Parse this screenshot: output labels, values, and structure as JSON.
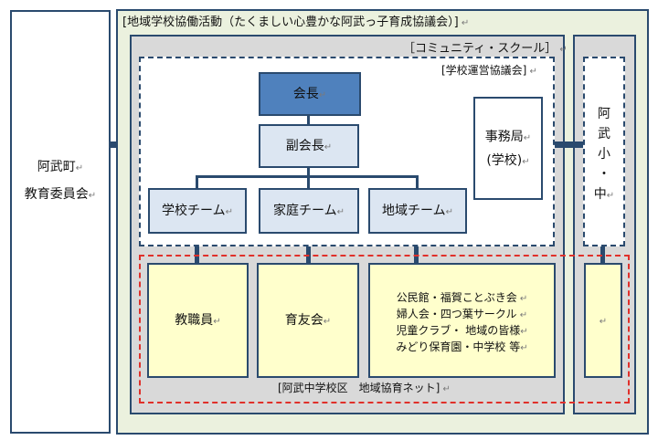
{
  "regions": {
    "board_of_education": {
      "line1": "阿武町",
      "line2": "教育委員会"
    },
    "outer_title": "[地域学校協働活動（たくましい心豊かな阿武っ子育成協議会）]",
    "community_school_title": "［コミュニティ・スクール］",
    "school_council_title": "[学校運営協議会]",
    "net_title": "[阿武中学校区　地域協育ネット]"
  },
  "org": {
    "president": "会長",
    "vice_president": "副会長",
    "teams": [
      "学校チーム",
      "家庭チーム",
      "地域チーム"
    ],
    "office": {
      "line1": "事務局",
      "line2": "(学校)"
    }
  },
  "members": {
    "staff": "教職員",
    "pta": "育友会",
    "community_lines": [
      "公民館・福賀ことぶき会",
      "婦人会・四つ葉サークル",
      "児童クラブ・ 地域の皆様",
      "みどり保育園・中学校 等"
    ]
  },
  "schools": {
    "chars": [
      "阿",
      "武",
      "小",
      "・",
      "中"
    ]
  },
  "colors": {
    "outer_fill": "#ebf1de",
    "community_fill": "#d9d9d9",
    "president_fill": "#4f81bd",
    "team_fill": "#dce6f2",
    "member_fill": "#ffffcc",
    "border": "#2a4a6e",
    "net_border": "#e0302a"
  }
}
